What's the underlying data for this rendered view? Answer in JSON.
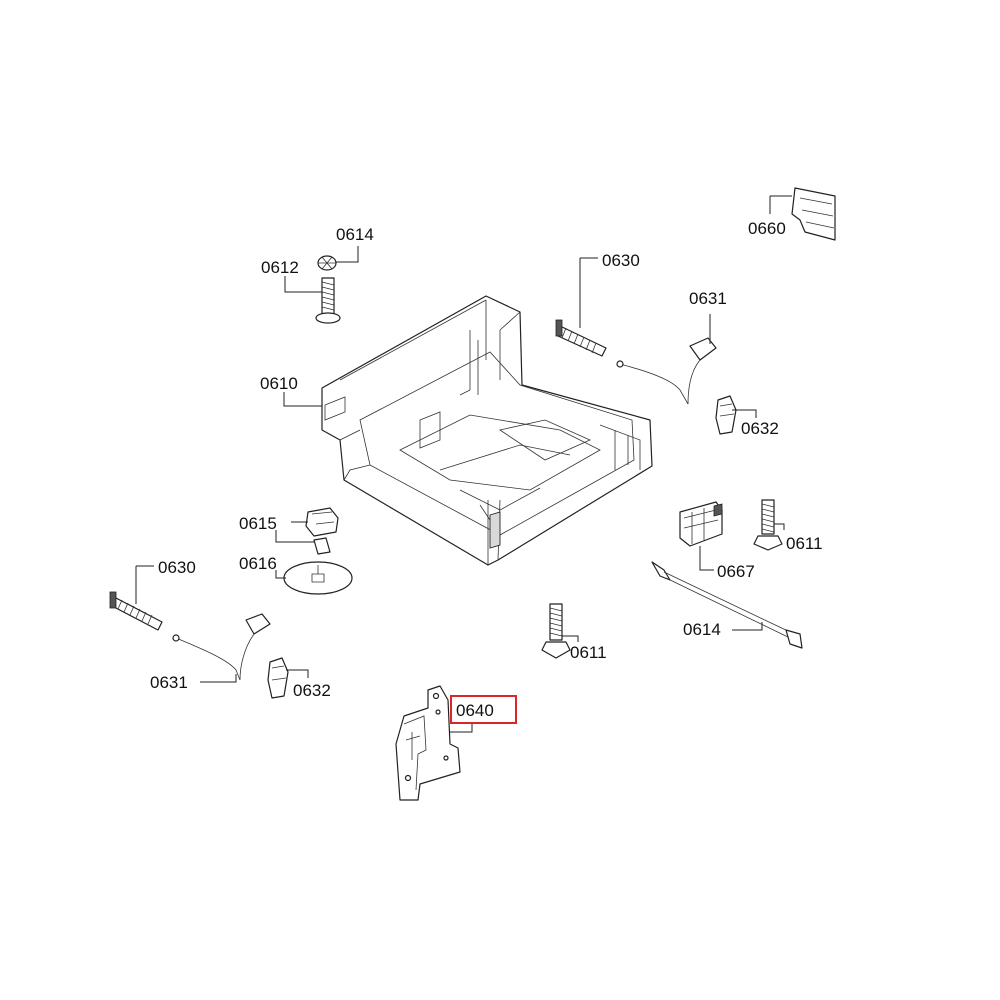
{
  "diagram": {
    "labels": {
      "l0660": "0660",
      "l0614a": "0614",
      "l0612": "0612",
      "l0630a": "0630",
      "l0631a": "0631",
      "l0610": "0610",
      "l0632a": "0632",
      "l0615": "0615",
      "l0611a": "0611",
      "l0616": "0616",
      "l0667": "0667",
      "l0630b": "0630",
      "l0614b": "0614",
      "l0611b": "0611",
      "l0631b": "0631",
      "l0632b": "0632",
      "l0640": "0640"
    },
    "highlight_color": "#d9262b"
  }
}
